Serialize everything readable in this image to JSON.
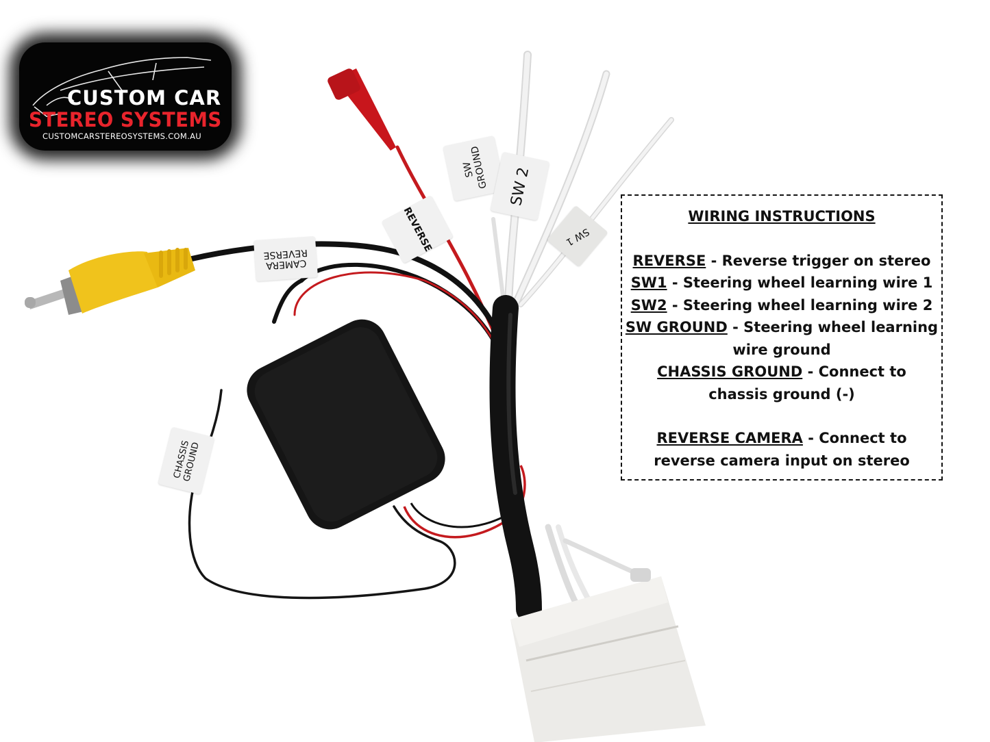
{
  "logo": {
    "line1": "CUSTOM CAR",
    "line2": "STEREO SYSTEMS",
    "url": "CUSTOMCARSTEREOSYSTEMS.COM.AU",
    "colors": {
      "background": "#050505",
      "line1": "#ffffff",
      "line2": "#e8242c"
    }
  },
  "wire_labels": {
    "reverse": "REVERSE",
    "sw_ground_1": "SW",
    "sw_ground_2": "GROUND",
    "sw2": "SW 2",
    "sw1": "SW 1",
    "reverse_camera_1": "REVERSE",
    "reverse_camera_2": "CAMERA",
    "chassis_ground_1": "CHASSIS",
    "chassis_ground_2": "GROUND"
  },
  "instructions": {
    "title": "WIRING INSTRUCTIONS",
    "items": [
      {
        "key": "REVERSE",
        "desc": " - Reverse trigger on stereo"
      },
      {
        "key": "SW1",
        "desc": " - Steering wheel learning wire 1"
      },
      {
        "key": "SW2",
        "desc": " - Steering wheel learning wire 2"
      },
      {
        "key": "SW GROUND",
        "desc": " - Steering wheel learning",
        "desc2": "wire ground"
      },
      {
        "key": "CHASSIS GROUND",
        "desc": " - Connect to",
        "desc2": "chassis ground (-)"
      },
      {
        "key": "REVERSE CAMERA",
        "desc": " - Connect to",
        "desc2": "reverse camera input on stereo"
      }
    ]
  },
  "colors": {
    "red_wire": "#d01a1e",
    "black_wire": "#111111",
    "white_wire": "#e6e6e6",
    "rca_yellow": "#f2c21b",
    "connector": "#ededea"
  }
}
